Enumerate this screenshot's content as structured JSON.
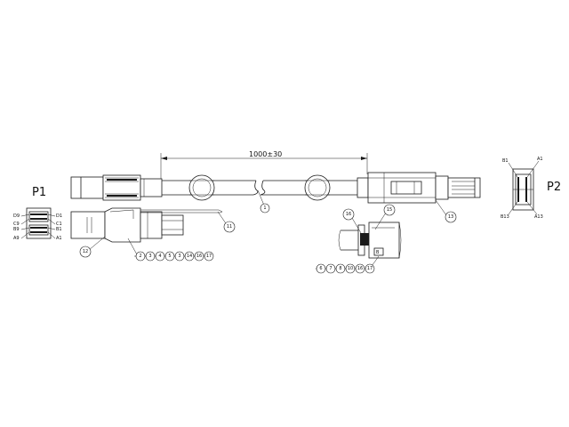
{
  "labels": {
    "p1": "P1",
    "p2": "P2",
    "length": "1000±30"
  },
  "p1_pins": {
    "left": [
      "D9",
      "C9",
      "B9",
      "A9"
    ],
    "right": [
      "D1",
      "C1",
      "B1",
      "A1"
    ]
  },
  "p2_pins": {
    "top_left": "B1",
    "top_right": "A1",
    "bottom_left": "B13",
    "bottom_right": "A13"
  },
  "balloons": {
    "cable": "1",
    "sleeve": "11",
    "p1_shell": "12",
    "p2_shell": "13",
    "detail_a": "15",
    "detail_b": "16",
    "p1_group": [
      "2",
      "3",
      "4",
      "5",
      "3",
      "14",
      "16",
      "17"
    ],
    "detail_group": [
      "6",
      "7",
      "8",
      "10",
      "16",
      "17"
    ]
  },
  "detail_mark": "B"
}
